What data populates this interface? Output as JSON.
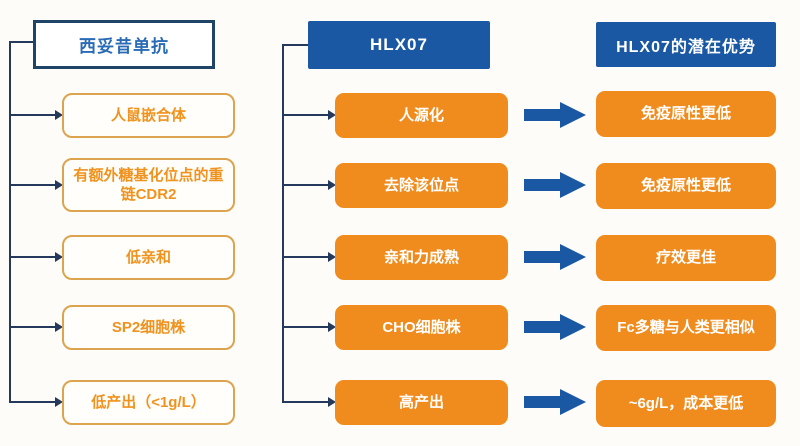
{
  "diagram": {
    "left": {
      "header": "西妥昔单抗",
      "items": [
        "人鼠嵌合体",
        "有额外糖基化位点的重链CDR2",
        "低亲和",
        "SP2细胞株",
        "低产出（<1g/L）"
      ]
    },
    "middle": {
      "header": "HLX07",
      "items": [
        "人源化",
        "去除该位点",
        "亲和力成熟",
        "CHO细胞株",
        "高产出"
      ]
    },
    "right": {
      "header": "HLX07的潜在优势",
      "items": [
        "免疫原性更低",
        "免疫原性更低",
        "疗效更佳",
        "Fc多糖与人类更相似",
        "~6g/L，成本更低"
      ]
    },
    "colors": {
      "blue": "#1a58a4",
      "orange_fill": "#f08c1e",
      "orange_border": "#dca44e",
      "orange_text": "#f0921e",
      "connector": "#24395c",
      "header_border": "#1e4468"
    }
  }
}
